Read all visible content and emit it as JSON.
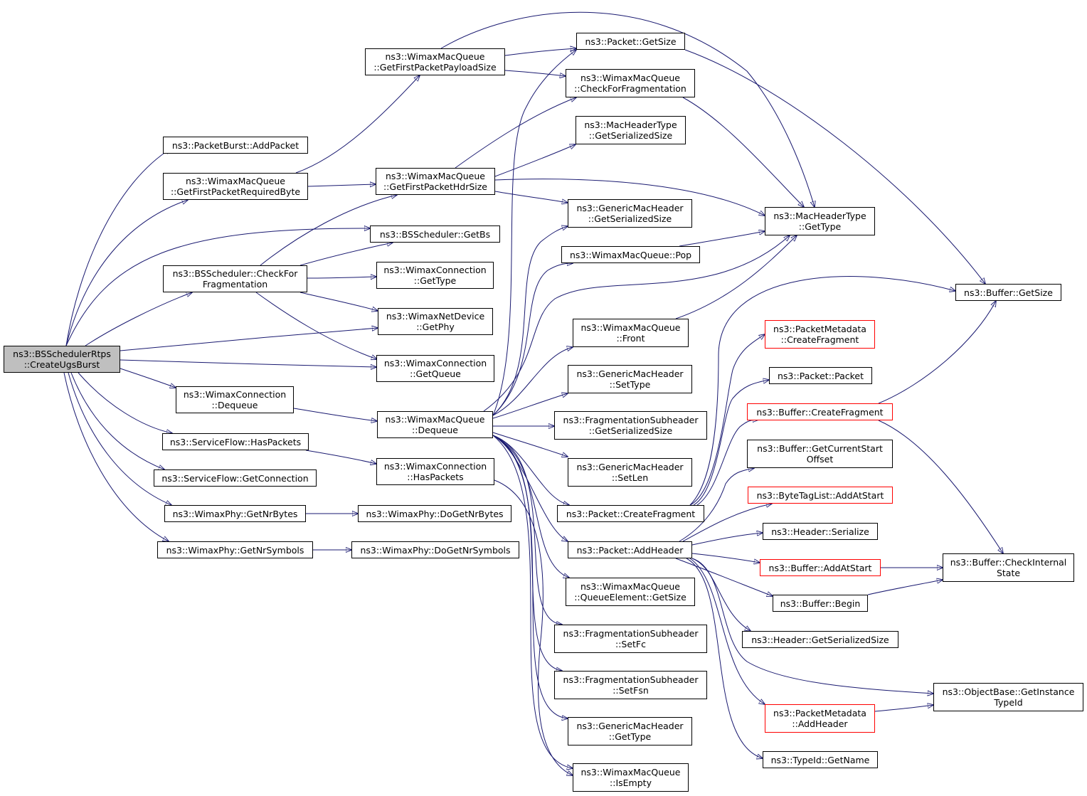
{
  "colors": {
    "edge": "#191970",
    "root_fill": "#bfbfbf",
    "border": "#000000",
    "truncated_border": "#ff0000"
  },
  "nodes": {
    "root": [
      "ns3::BSSchedulerRtps",
      "::CreateUgsBurst"
    ],
    "pb_addpacket": [
      "ns3::PacketBurst::AddPacket"
    ],
    "wmq_getfirstpacketrequiredbyte": [
      "ns3::WimaxMacQueue",
      "::GetFirstPacketRequiredByte"
    ],
    "bss_checkforfragmentation": [
      "ns3::BSScheduler::CheckFor",
      "Fragmentation"
    ],
    "wc_dequeue": [
      "ns3::WimaxConnection",
      "::Dequeue"
    ],
    "sf_haspackets": [
      "ns3::ServiceFlow::HasPackets"
    ],
    "sf_getconnection": [
      "ns3::ServiceFlow::GetConnection"
    ],
    "wp_getnrbytes": [
      "ns3::WimaxPhy::GetNrBytes"
    ],
    "wp_getnrsymbols": [
      "ns3::WimaxPhy::GetNrSymbols"
    ],
    "wmq_getfirstpacketpayloadsize": [
      "ns3::WimaxMacQueue",
      "::GetFirstPacketPayloadSize"
    ],
    "wmq_getfirstpackethdrsize": [
      "ns3::WimaxMacQueue",
      "::GetFirstPacketHdrSize"
    ],
    "bss_getbs": [
      "ns3::BSScheduler::GetBs"
    ],
    "wc_gettype": [
      "ns3::WimaxConnection",
      "::GetType"
    ],
    "wnd_getphy": [
      "ns3::WimaxNetDevice",
      "::GetPhy"
    ],
    "wc_getqueue": [
      "ns3::WimaxConnection",
      "::GetQueue"
    ],
    "wmq_dequeue": [
      "ns3::WimaxMacQueue",
      "::Dequeue"
    ],
    "wc_haspackets": [
      "ns3::WimaxConnection",
      "::HasPackets"
    ],
    "wp_dogetnrbytes": [
      "ns3::WimaxPhy::DoGetNrBytes"
    ],
    "wp_dogetnrsymbols": [
      "ns3::WimaxPhy::DoGetNrSymbols"
    ],
    "packet_getsize": [
      "ns3::Packet::GetSize"
    ],
    "wmq_checkforfragmentation": [
      "ns3::WimaxMacQueue",
      "::CheckForFragmentation"
    ],
    "mht_getserializedsize": [
      "ns3::MacHeaderType",
      "::GetSerializedSize"
    ],
    "gmh_getserializedsize": [
      "ns3::GenericMacHeader",
      "::GetSerializedSize"
    ],
    "wmq_pop": [
      "ns3::WimaxMacQueue::Pop"
    ],
    "wmq_front": [
      "ns3::WimaxMacQueue",
      "::Front"
    ],
    "gmh_settype": [
      "ns3::GenericMacHeader",
      "::SetType"
    ],
    "fs_getserializedsize": [
      "ns3::FragmentationSubheader",
      "::GetSerializedSize"
    ],
    "gmh_setlen": [
      "ns3::GenericMacHeader",
      "::SetLen"
    ],
    "packet_createfragment": [
      "ns3::Packet::CreateFragment"
    ],
    "packet_addheader": [
      "ns3::Packet::AddHeader"
    ],
    "wmq_qe_getsize": [
      "ns3::WimaxMacQueue",
      "::QueueElement::GetSize"
    ],
    "fs_setfc": [
      "ns3::FragmentationSubheader",
      "::SetFc"
    ],
    "fs_setfsn": [
      "ns3::FragmentationSubheader",
      "::SetFsn"
    ],
    "gmh_gettype": [
      "ns3::GenericMacHeader",
      "::GetType"
    ],
    "wmq_isempty": [
      "ns3::WimaxMacQueue",
      "::IsEmpty"
    ],
    "mht_gettype": [
      "ns3::MacHeaderType",
      "::GetType"
    ],
    "pm_createfragment": [
      "ns3::PacketMetadata",
      "::CreateFragment"
    ],
    "packet_packet": [
      "ns3::Packet::Packet"
    ],
    "buffer_createfragment": [
      "ns3::Buffer::CreateFragment"
    ],
    "buffer_getcurrentstartoffset": [
      "ns3::Buffer::GetCurrentStart",
      "Offset"
    ],
    "btl_addatstart": [
      "ns3::ByteTagList::AddAtStart"
    ],
    "header_serialize": [
      "ns3::Header::Serialize"
    ],
    "buffer_addatstart": [
      "ns3::Buffer::AddAtStart"
    ],
    "buffer_begin": [
      "ns3::Buffer::Begin"
    ],
    "header_getserializedsize": [
      "ns3::Header::GetSerializedSize"
    ],
    "pm_addheader": [
      "ns3::PacketMetadata",
      "::AddHeader"
    ],
    "typeid_getname": [
      "ns3::TypeId::GetName"
    ],
    "buffer_getsize": [
      "ns3::Buffer::GetSize"
    ],
    "buffer_checkinternalstate": [
      "ns3::Buffer::CheckInternal",
      "State"
    ],
    "ob_getinstancetypeid": [
      "ns3::ObjectBase::GetInstance",
      "TypeId"
    ]
  }
}
